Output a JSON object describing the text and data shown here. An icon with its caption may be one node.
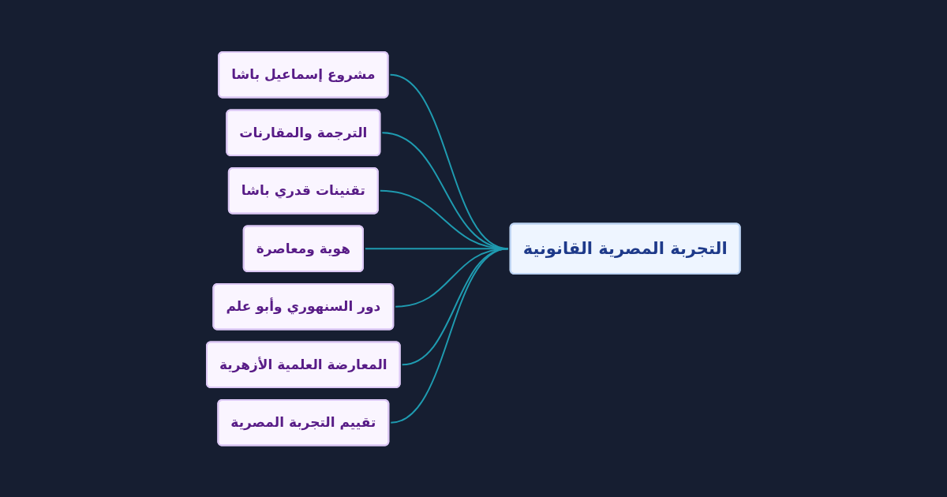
{
  "diagram": {
    "nodes": [
      {
        "text": [
          "التجربة المصرية القانونية"
        ]
      },
      {
        "text": [
          "مشروع إسماعيل باشا"
        ]
      },
      {
        "text": [
          "الترجمة والمقارنات"
        ]
      },
      {
        "text": [
          "تقنينات قدري باشا"
        ]
      },
      {
        "text": [
          "هوية ومعاصرة"
        ]
      },
      {
        "text": [
          "دور السنهوري وأبو علم"
        ]
      },
      {
        "text": [
          "المعارضة العلمية الأزهرية"
        ]
      },
      {
        "text": [
          "تقييم التجربة المصرية"
        ]
      }
    ],
    "edges": [
      {
        "from": 0,
        "to": 1,
        "arrow": "none"
      },
      {
        "from": 0,
        "to": 2,
        "arrow": "none"
      },
      {
        "from": 0,
        "to": 3,
        "arrow": "none"
      },
      {
        "from": 0,
        "to": 4,
        "arrow": "none"
      },
      {
        "from": 0,
        "to": 5,
        "arrow": "none"
      },
      {
        "from": 0,
        "to": 6,
        "arrow": "none"
      },
      {
        "from": 0,
        "to": 7,
        "arrow": "none"
      }
    ]
  }
}
